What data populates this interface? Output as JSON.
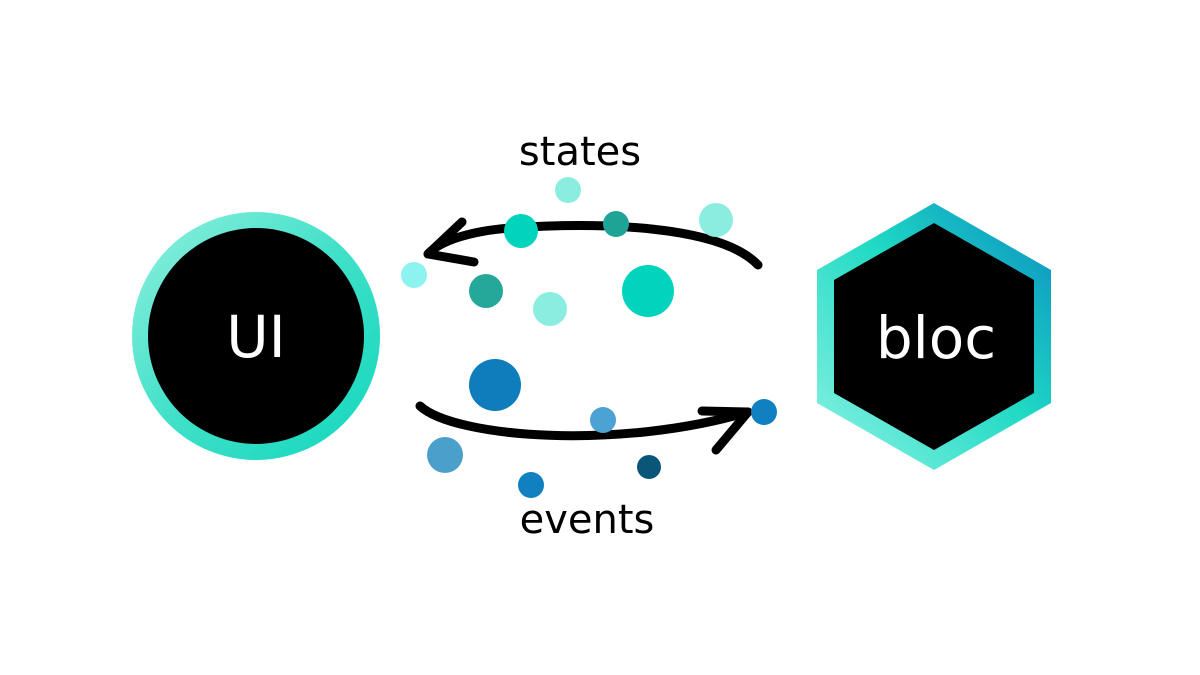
{
  "diagram": {
    "ui_node": {
      "label": "UI"
    },
    "bloc_node": {
      "label": "bloc"
    },
    "states_label": "states",
    "events_label": "events"
  },
  "colors": {
    "background": "#ffffff",
    "node_fill": "#000000",
    "node_text": "#ffffff",
    "arrow": "#000000",
    "ring_light": "#8ff0df",
    "ring_mid": "#40e0c8",
    "ring_dark": "#12d6be",
    "hex_light": "#8ef3e4",
    "hex_mid": "#1fd9c4",
    "hex_dark": "#0a8ac2",
    "state_dots": [
      "#8aede0",
      "#00d4bd",
      "#1fa395",
      "#25a79a",
      "#5de9d4",
      "#8df3f0"
    ],
    "event_dots": [
      "#0f7dbc",
      "#4ca2d2",
      "#0c6aa5",
      "#4aa0cb",
      "#0b5579",
      "#1080c1"
    ]
  }
}
